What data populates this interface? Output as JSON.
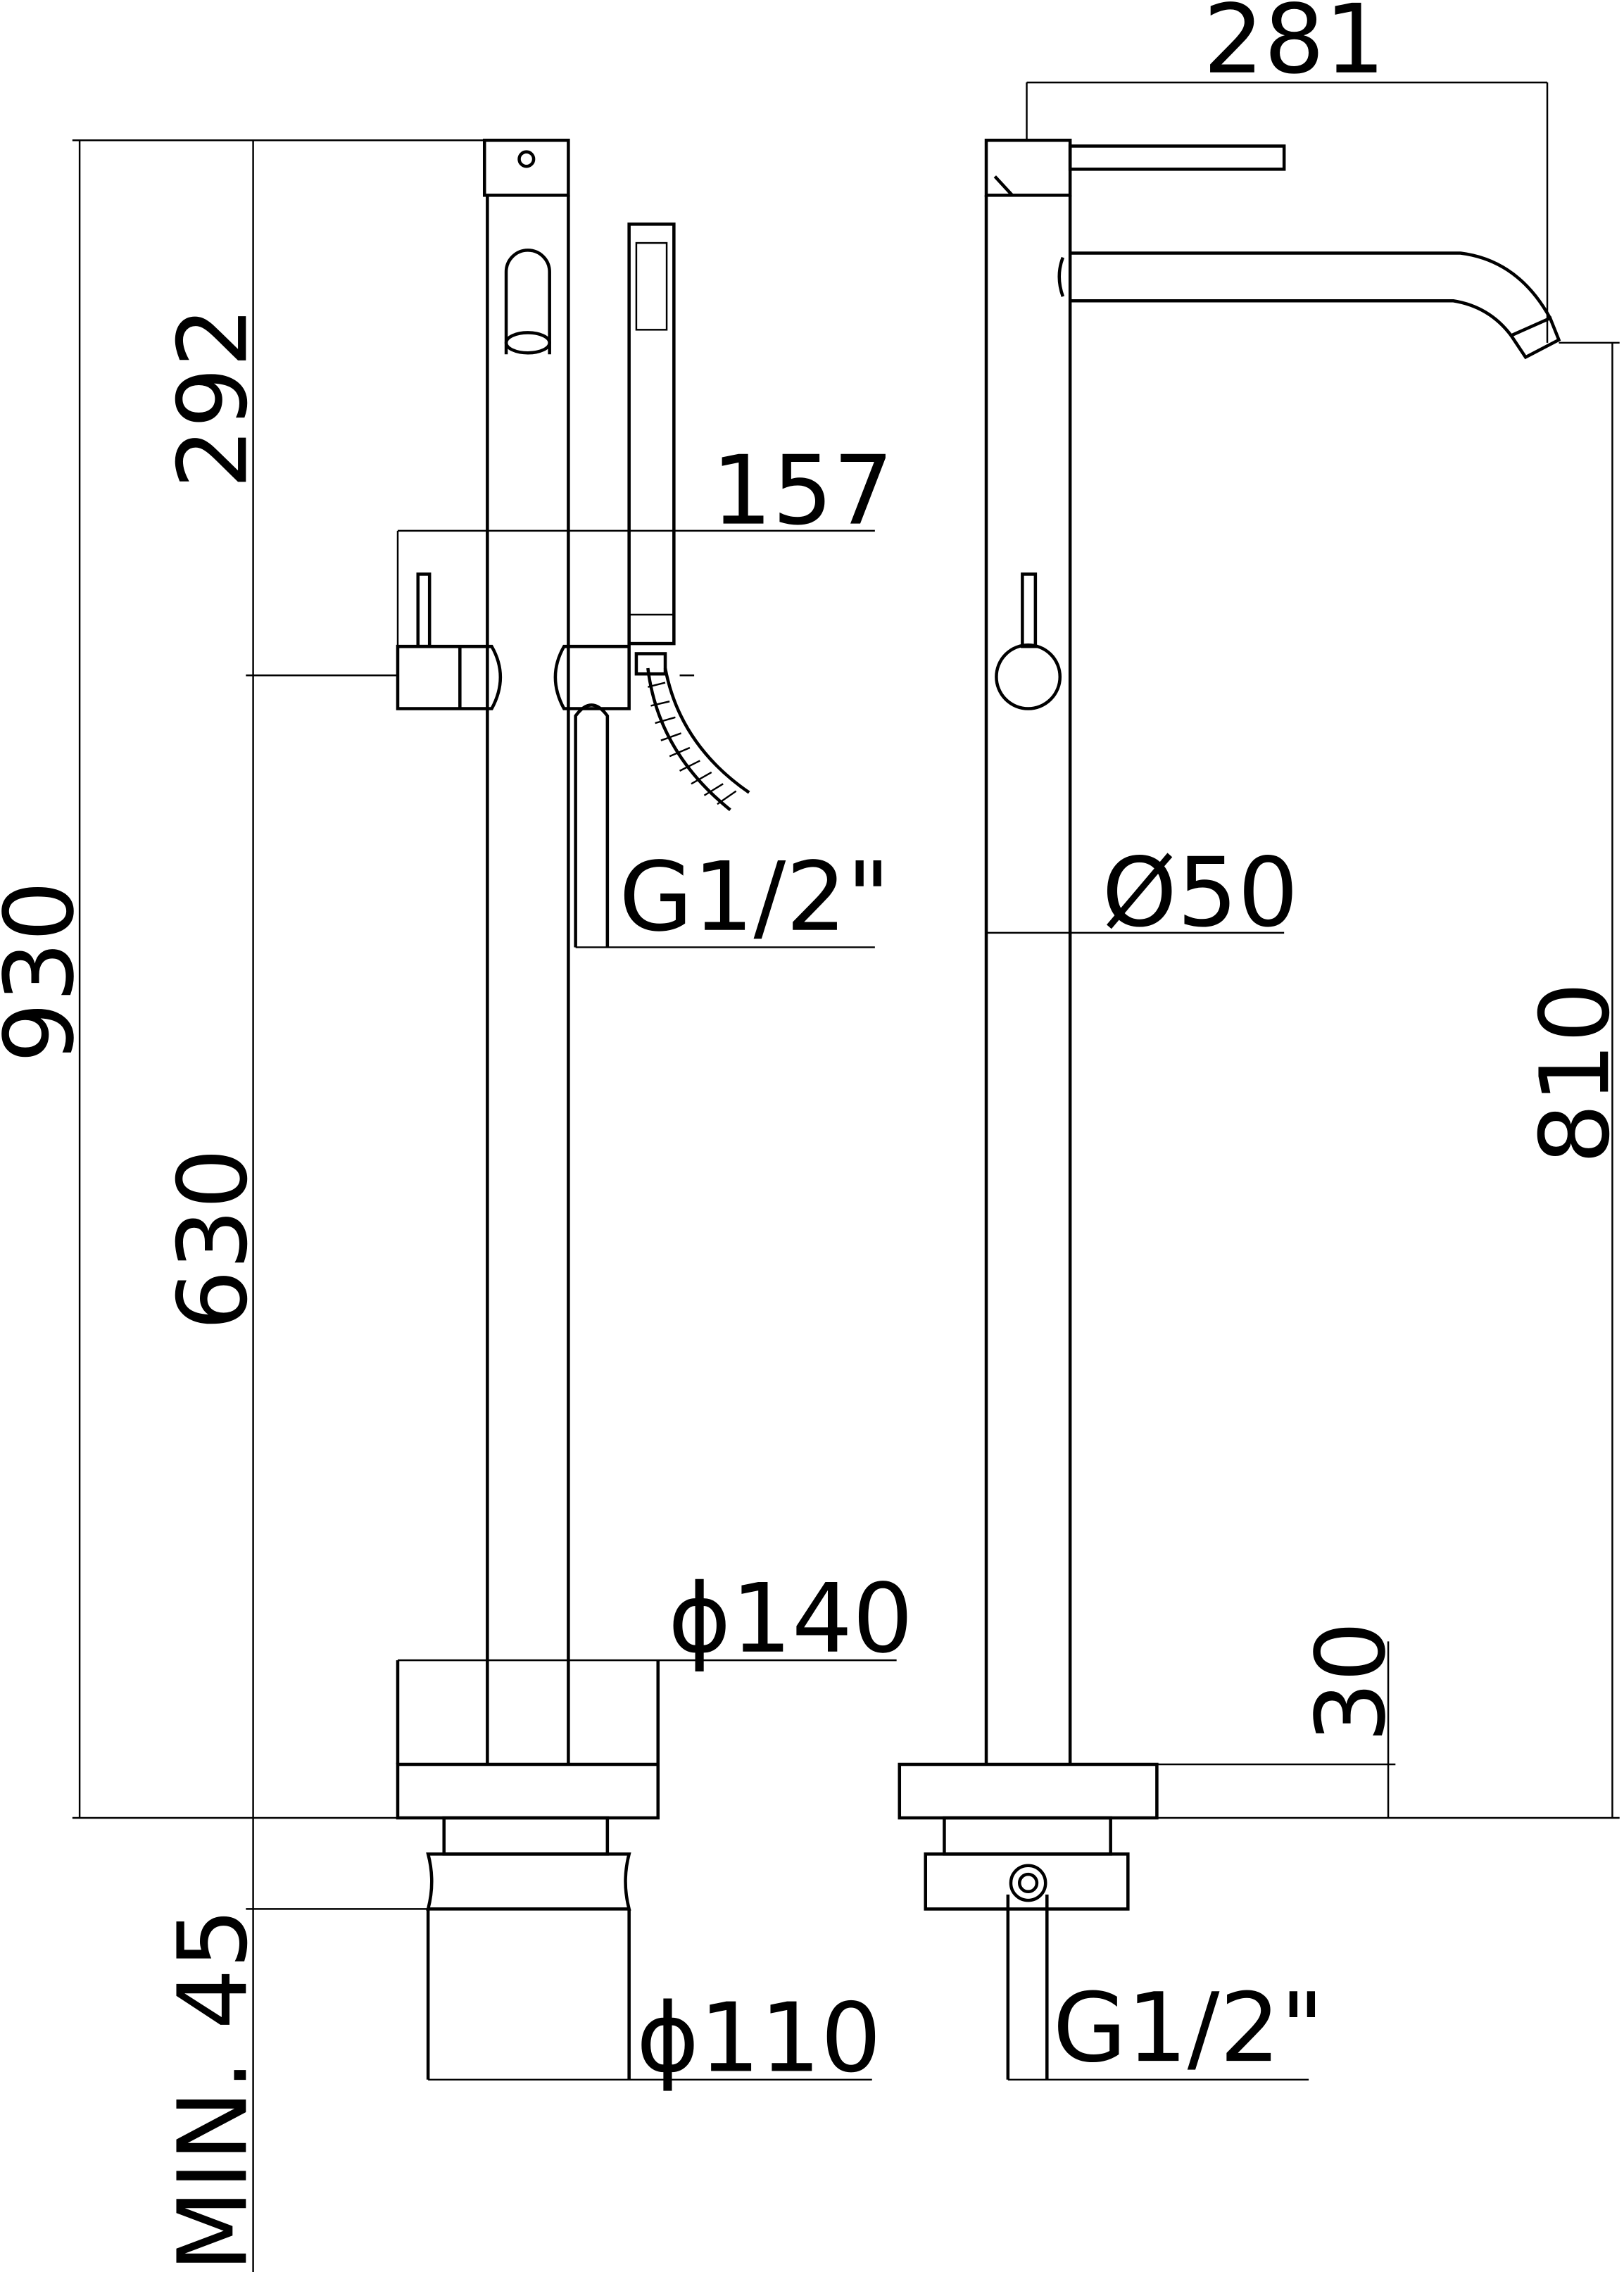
{
  "dimensions": {
    "total_height": "930",
    "upper_height": "292",
    "lower_height": "630",
    "min_depth": "MIN. 45",
    "handshower_offset": "157",
    "hose_connection": "G1/2\"",
    "base_diameter": "ϕ140",
    "flange_diameter": "ϕ110",
    "spout_reach": "281",
    "spout_height": "810",
    "column_diameter": "Ø50",
    "base_height": "30",
    "inlet_connection": "G1/2\""
  },
  "colors": {
    "line": "#000000",
    "background": "#ffffff"
  }
}
